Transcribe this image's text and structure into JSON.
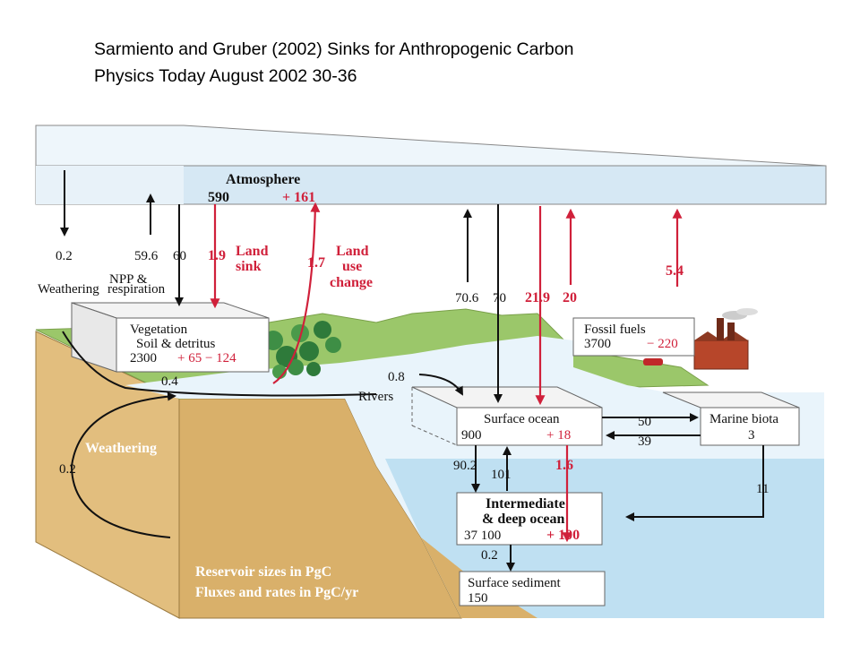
{
  "caption": {
    "line1": "Sarmiento and Gruber (2002)  Sinks for Anthropogenic Carbon",
    "line2": "Physics Today August 2002 30-36"
  },
  "reservoirs": {
    "atmosphere": {
      "name": "Atmosphere",
      "size": "590",
      "change": "+ 161"
    },
    "vegetation": {
      "name1": "Vegetation",
      "name2": "Soil & detritus",
      "size": "2300",
      "change": "+ 65 − 124"
    },
    "fossil": {
      "name": "Fossil fuels",
      "size": "3700",
      "change": "− 220"
    },
    "surface_ocean": {
      "name": "Surface ocean",
      "size": "900",
      "change": "+ 18"
    },
    "marine_biota": {
      "name": "Marine biota",
      "size": "3"
    },
    "deep_ocean": {
      "name1": "Intermediate",
      "name2": "& deep ocean",
      "size": "37 100",
      "change": "+ 100"
    },
    "sediment": {
      "name": "Surface sediment",
      "size": "150"
    }
  },
  "fluxes": {
    "weathering_atm": "0.2",
    "weathering_label": "Weathering",
    "npp_val": "59.6",
    "npp_label1": "NPP &",
    "npp_label2": "respiration",
    "resp_val": "60",
    "land_sink_val": "1.9",
    "land_sink_label1": "Land",
    "land_sink_label2": "sink",
    "land_use_val": "1.7",
    "land_use_label1": "Land",
    "land_use_label2": "use",
    "land_use_label3": "change",
    "ocean_up": "70.6",
    "ocean_down": "70",
    "ocean_anthro_down": "21.9",
    "ocean_anthro_up": "20",
    "fossil_emission": "5.4",
    "rivers_val": "0.8",
    "rivers_label": "Rivers",
    "veg_to_rivers": "0.4",
    "bio_in": "50",
    "bio_out": "39",
    "down_mix": "90.2",
    "up_mix": "101",
    "anthro_mix": "1.6",
    "bio_export": "11",
    "sediment_flux": "0.2",
    "rock_weathering_label": "Weathering",
    "rock_weathering_val": "0.2"
  },
  "legend": {
    "line1": "Reservoir sizes in PgC",
    "line2": "Fluxes and rates in PgC/yr"
  },
  "colors": {
    "atmosphere": "#d6e8f4",
    "ocean": "#bfe0f2",
    "ground": "#e2be7e",
    "grass": "#9bc76a",
    "anthropogenic": "#d0203a"
  }
}
